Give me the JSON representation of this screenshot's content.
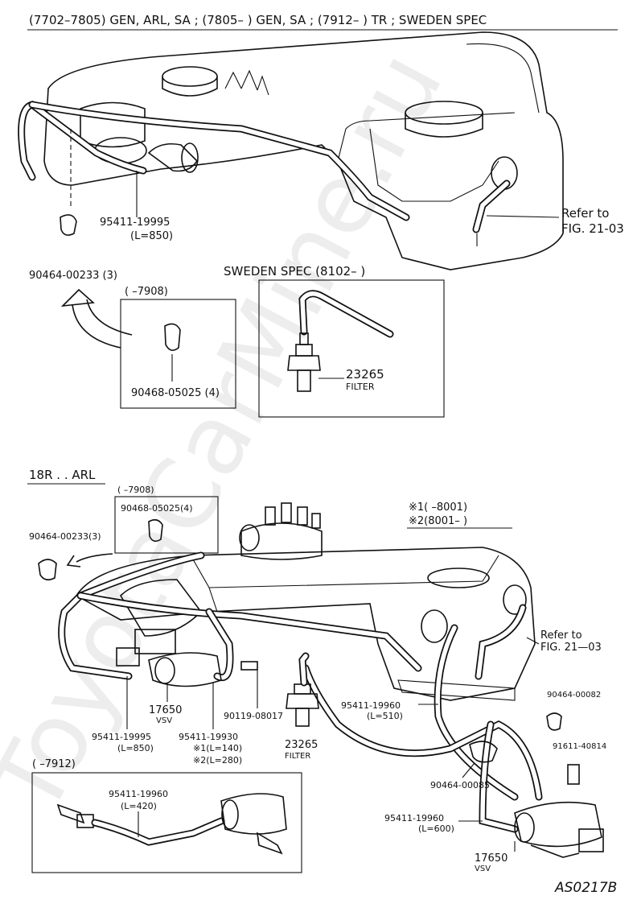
{
  "header": "(7702–7805) GEN, ARL, SA ; (7805–          ) GEN, SA ; (7912–          ) TR ; SWEDEN SPEC",
  "watermark": "ToyotaCarMine.ru",
  "top": {
    "hose_part": "95411-19995",
    "hose_len": "(L=850)",
    "clip_part": "90464-00233 (3)",
    "refer_1": "Refer to",
    "refer_2": "FIG. 21-03",
    "box1_range": "(         –7908)",
    "box1_part": "90468-05025 (4)",
    "sweden_title": "SWEDEN  SPEC (8102–          )",
    "filter_part": "23265",
    "filter_label": "FILTER"
  },
  "bottom": {
    "section_title": "18R . . ARL",
    "box_range": "(         –7908)",
    "box_part": "90468-05025(4)",
    "clip_part": "90464-00233(3)",
    "note1": "※1(          –8001)",
    "note2": "※2(8001–          )",
    "refer_1": "Refer to",
    "refer_2": "FIG. 21—03",
    "clip2_part": "90464-00082",
    "bolt_part": "91611-40814",
    "vsv_part": "17650",
    "vsv_label": "VSV",
    "hose1_part": "95411-19995",
    "hose1_len": "(L=850)",
    "hose2_part": "95411-19930",
    "hose2_len1": "※1(L=140)",
    "hose2_len2": "※2(L=280)",
    "bolt2_part": "90119-08017",
    "filter_part": "23265",
    "filter_label": "FILTER",
    "hose3_part": "95411-19960",
    "hose3_len": "(L=510)",
    "clip3_part": "90464-00085",
    "hose4_part": "95411-19960",
    "hose4_len": "(L=600)",
    "vsv2_part": "17650",
    "vsv2_label": "VSV",
    "box2_range": "(       –7912)",
    "box2_hose_part": "95411-19960",
    "box2_hose_len": "(L=420)",
    "code": "AS0217B"
  }
}
